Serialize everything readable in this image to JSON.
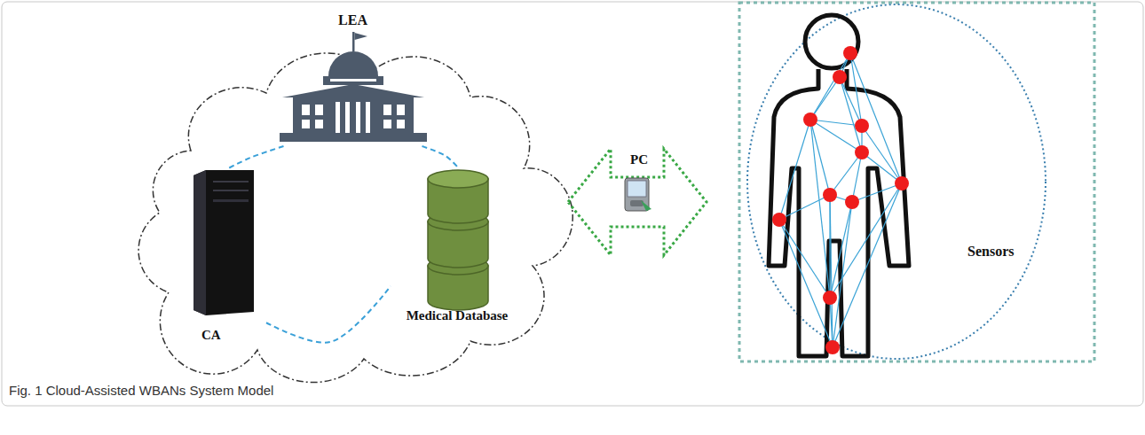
{
  "diagram": {
    "caption": "Fig. 1 Cloud-Assisted WBANs System Model",
    "nodes": [
      {
        "text": [
          "LEA"
        ]
      },
      {
        "text": [
          "CA"
        ]
      },
      {
        "text": [
          "Medical Database"
        ]
      },
      {
        "text": [
          "PC"
        ]
      },
      {
        "text": [
          "Sensors"
        ]
      }
    ],
    "edges": [
      {
        "from": 0,
        "to": 1,
        "arrow": "none"
      },
      {
        "from": 0,
        "to": 2,
        "arrow": "none"
      },
      {
        "from": 1,
        "to": 2,
        "arrow": "none"
      }
    ]
  }
}
